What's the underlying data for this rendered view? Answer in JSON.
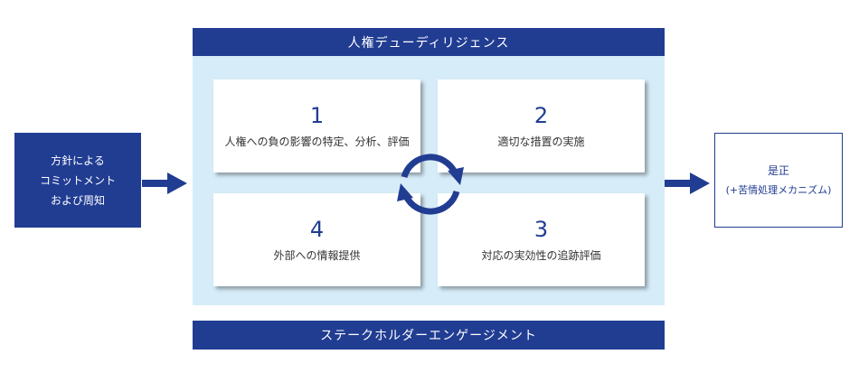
{
  "header": {
    "title": "人権デューディリジェンス"
  },
  "footer": {
    "title": "ステークホルダーエンゲージメント"
  },
  "left_box": {
    "lines": [
      "方針による",
      "コミットメント",
      "および周知"
    ]
  },
  "right_box": {
    "lines": [
      "是正",
      "(+苦情処理メカニズム)"
    ]
  },
  "steps": [
    {
      "number": "1",
      "label": "人権への負の影響の特定、分析、評価"
    },
    {
      "number": "2",
      "label": "適切な措置の実施"
    },
    {
      "number": "3",
      "label": "対応の実効性の追跡評価"
    },
    {
      "number": "4",
      "label": "外部への情報提供"
    }
  ],
  "colors": {
    "primary": "#213d92",
    "panel": "#d6ecf8"
  }
}
